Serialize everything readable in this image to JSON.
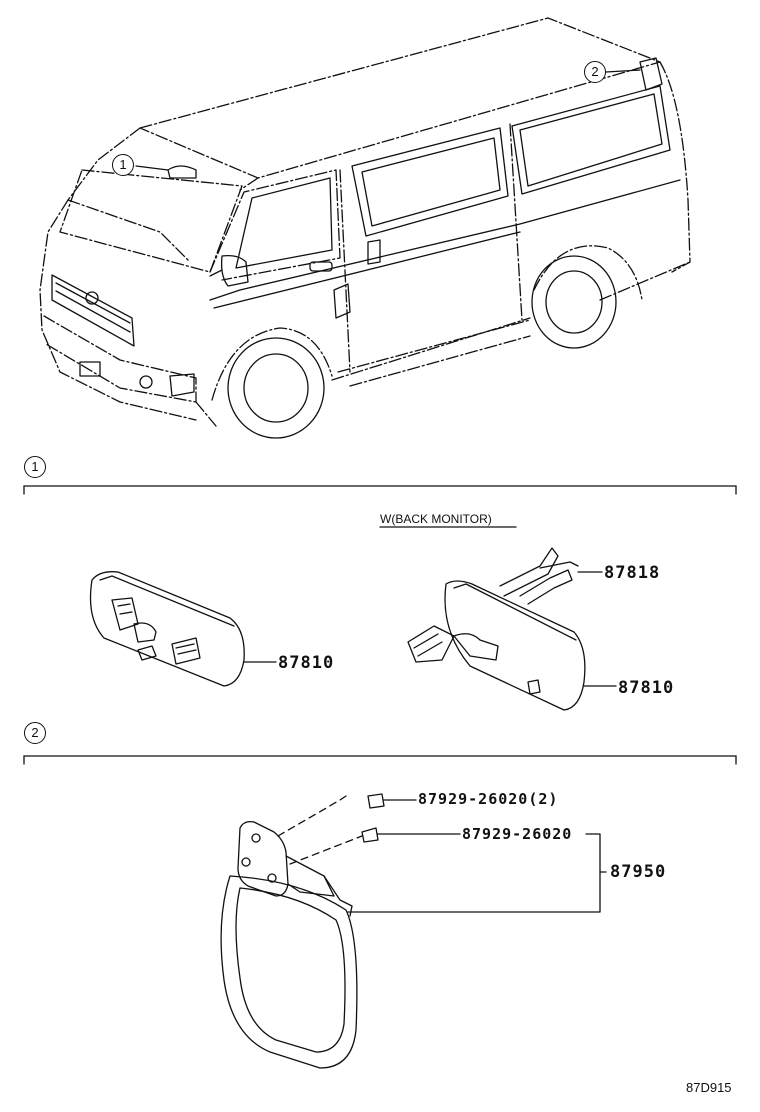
{
  "callouts": {
    "one": "1",
    "two": "2"
  },
  "sections": {
    "one": "1",
    "two": "2"
  },
  "note": "W(BACK MONITOR)",
  "parts": {
    "p87818": "87818",
    "p87810_left": "87810",
    "p87810_right": "87810",
    "p87929_top": "87929-26020(2)",
    "p87929_bottom": "87929-26020",
    "p87950": "87950"
  },
  "figure_code": "87D915"
}
